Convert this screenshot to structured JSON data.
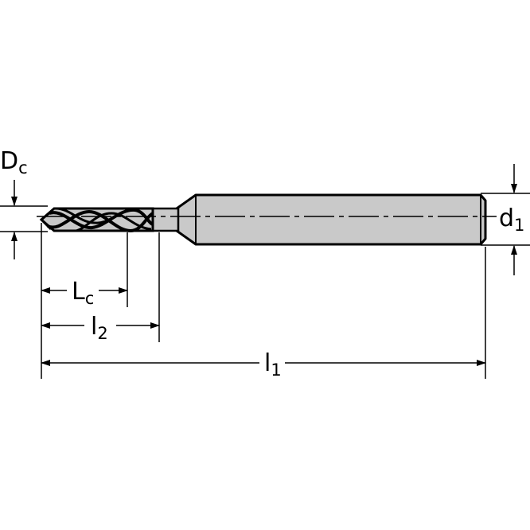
{
  "labels": {
    "cutting_diameter": {
      "main": "D",
      "sub": "c"
    },
    "shank_diameter": {
      "main": "d",
      "sub": "1"
    },
    "cutting_length": {
      "main": "L",
      "sub": "c"
    },
    "flute_length": {
      "main": "l",
      "sub": "2"
    },
    "overall_length": {
      "main": "l",
      "sub": "1"
    }
  },
  "colors": {
    "line": "#000000",
    "shank_fill": "#c9c9c9",
    "flute_fill": "#c9c9c9",
    "background": "#ffffff"
  }
}
